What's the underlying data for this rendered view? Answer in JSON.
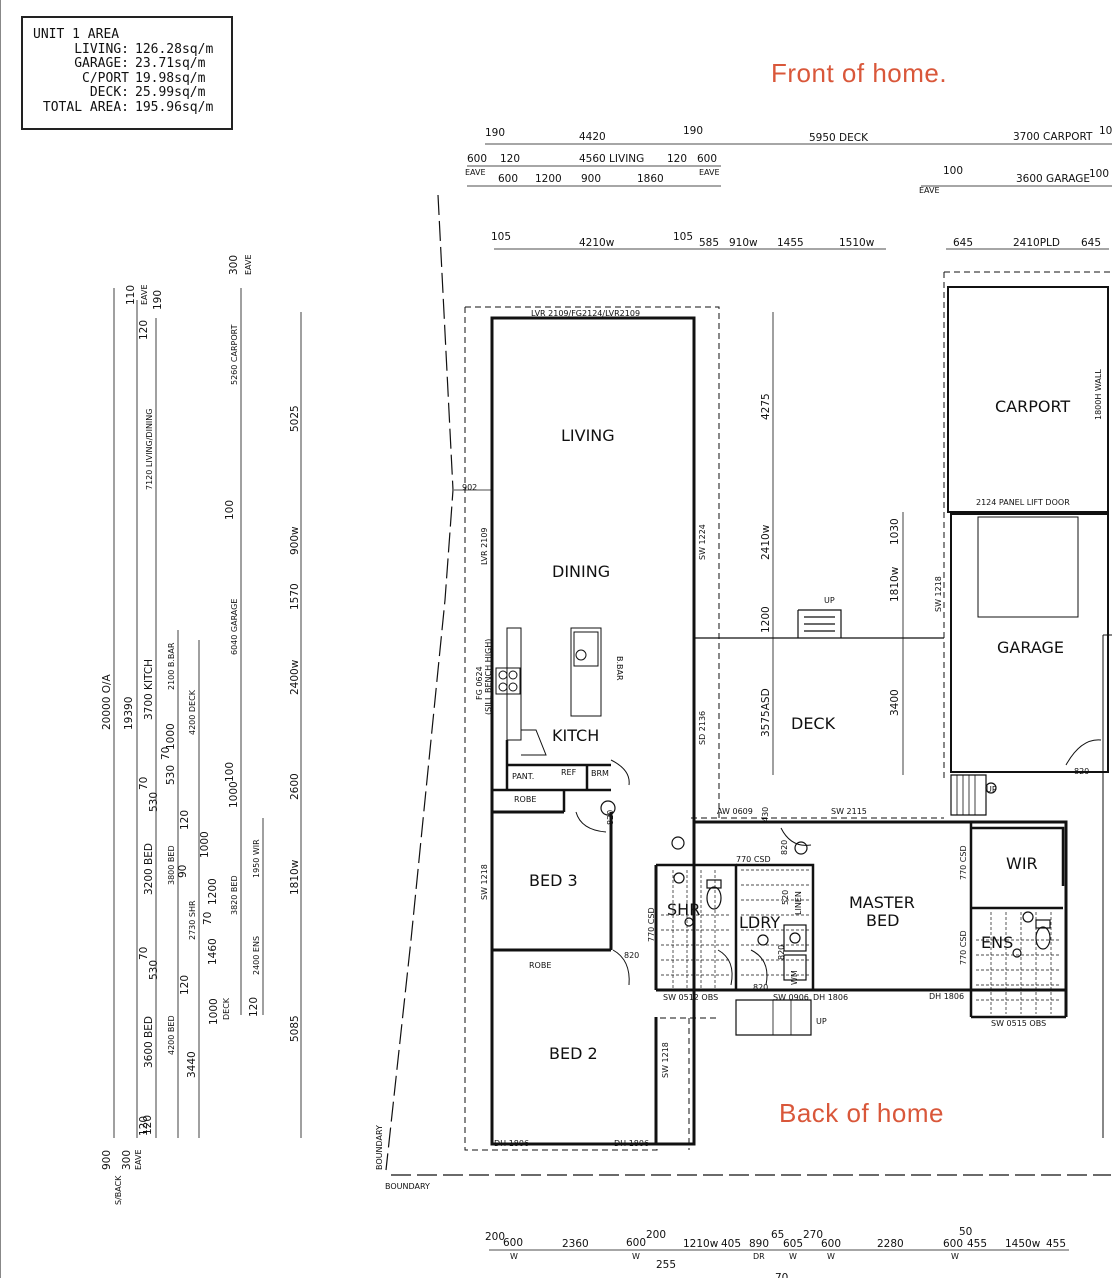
{
  "unit_area": {
    "title": "UNIT 1 AREA",
    "rows": [
      {
        "label": "LIVING:",
        "value": "126.28sq/m"
      },
      {
        "label": "GARAGE:",
        "value": "23.71sq/m"
      },
      {
        "label": "C/PORT",
        "value": "19.98sq/m"
      },
      {
        "label": "DECK:",
        "value": "25.99sq/m"
      },
      {
        "label": "TOTAL AREA:",
        "value": "195.96sq/m"
      }
    ]
  },
  "notes": {
    "front": "Front of home.",
    "back": "Back of home"
  },
  "rooms": {
    "living": "LIVING",
    "dining": "DINING",
    "kitchen": "KITCH",
    "deck": "DECK",
    "carport": "CARPORT",
    "garage": "GARAGE",
    "bed3": "BED 3",
    "bed2": "BED 2",
    "master_line1": "MASTER",
    "master_line2": "BED",
    "wir": "WIR",
    "ens": "ENS",
    "shr": "SHR",
    "ldry": "LDRY"
  },
  "labels": {
    "pant": "PANT.",
    "ref": "REF",
    "brm": "BRM",
    "robe_top": "ROBE",
    "robe_bottom": "ROBE",
    "linen": "LINEN",
    "up_deck": "UP",
    "up_garage": "UP",
    "up_rear": "UP",
    "bbar": "B.BAR",
    "panel_lift": "2124 PANEL LIFT DOOR",
    "wall_1800": "1800H WALL",
    "lvr_top": "LVR 2109/FG2124/LVR2109",
    "lvr_left": "LVR 2109",
    "fg_0624": "FG 0624",
    "sill_bench": "(SILL BENCH HIGH)",
    "sw_1224": "SW 1224",
    "sd_2136": "SD 2136",
    "sw_1218_bed3": "SW 1218",
    "sw_1218_bed2": "SW 1218",
    "sw_1218_garage": "SW 1218",
    "aw_0609": "AW 0609",
    "sw_2115": "SW 2115",
    "csd_770_a": "770 CSD",
    "csd_770_b": "770 CSD",
    "csd_770_c": "770 CSD",
    "csd_770_d": "770 CSD",
    "sw_0512": "SW 0512 OBS",
    "sw_0906": "SW 0906",
    "dh_1806_a": "DH 1806",
    "dh_1806_b": "DH 1806",
    "dh_1806_c": "DH 1806",
    "dh_1806_d": "DH 1806",
    "sw_0515": "SW 0515 OBS",
    "boundary_h": "BOUNDARY",
    "boundary_v": "BOUNDARY",
    "d820_a": "820",
    "d820_b": "820",
    "d820_c": "820",
    "d820_d": "820",
    "d820_e": "820",
    "d820_f": "820",
    "d902": "902",
    "d430": "430",
    "d520": "520",
    "wm": "WM"
  },
  "dims_top": {
    "r1": [
      "190",
      "4420",
      "190",
      "5950 DECK",
      "3700 CARPORT",
      "10"
    ],
    "r2": [
      "600",
      "120",
      "4560 LIVING",
      "120",
      "600"
    ],
    "r3": [
      "600",
      "1200",
      "900",
      "1860",
      "100",
      "3600 GARAGE",
      "100"
    ],
    "eave": "EAVE",
    "r4": [
      "105",
      "4210w",
      "105",
      "585",
      "910w",
      "1455",
      "1510w",
      "645",
      "2410PLD",
      "645"
    ]
  },
  "dims_bottom": [
    "200",
    "600",
    "2360",
    "600",
    "200",
    "255",
    "1210w",
    "405",
    "890",
    "65",
    "605",
    "270",
    "600",
    "2280",
    "50",
    "600",
    "455",
    "1450w",
    "455",
    "70"
  ],
  "dims_bottom_marks": [
    "W",
    "W",
    "DR",
    "W",
    "W",
    "W"
  ],
  "dims_left": {
    "c1": [
      "20000 O/A",
      "900",
      "S/BACK"
    ],
    "c2": [
      "19390"
    ],
    "c3": [
      "7120 LIVING/DINING",
      "3700 KITCH",
      "3200 BED",
      "3600 BED",
      "120",
      "120",
      "70",
      "530",
      "70",
      "530",
      "120"
    ],
    "c4": [
      "110",
      "EAVE",
      "190",
      "2100 B.BAR",
      "1000",
      "530",
      "70",
      "3800 BED",
      "4200 BED",
      "300",
      "EAVE"
    ],
    "c5": [
      "4200 DECK",
      "120",
      "90",
      "2730 SHR",
      "1460",
      "1000",
      "DECK",
      "120",
      "3440"
    ],
    "c6": [
      "300",
      "EAVE",
      "5260 CARPORT",
      "100",
      "6040 GARAGE",
      "100",
      "1000",
      "1000",
      "1200",
      "70",
      "3820 BED",
      "2400 ENS",
      "120"
    ],
    "c7": [
      "1950 WIR"
    ],
    "c8": [
      "5025",
      "900w",
      "1570",
      "2400w",
      "2600",
      "1810w",
      "5085"
    ]
  },
  "dims_deck": [
    "4275",
    "2410w",
    "1200",
    "3575ASD",
    "1030",
    "1810w",
    "3400"
  ]
}
